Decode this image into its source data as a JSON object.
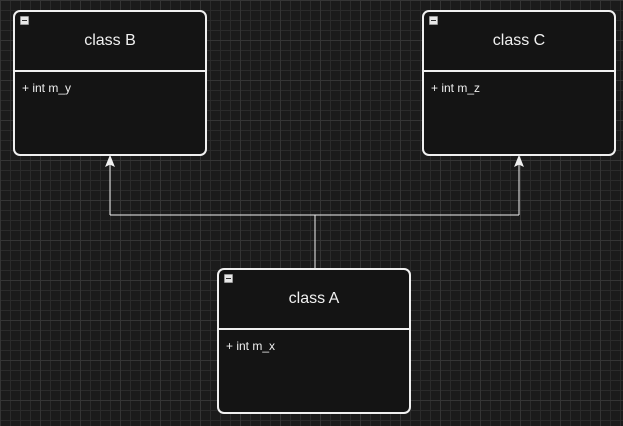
{
  "diagram": {
    "type": "uml-class-diagram",
    "classes": [
      {
        "id": "class-b",
        "name": "class B",
        "attributes": [
          "+ int m_y"
        ]
      },
      {
        "id": "class-c",
        "name": "class C",
        "attributes": [
          "+ int m_z"
        ]
      },
      {
        "id": "class-a",
        "name": "class A",
        "attributes": [
          "+ int m_x"
        ]
      }
    ],
    "relationships": [
      {
        "from": "class A",
        "to": "class B",
        "kind": "inheritance"
      },
      {
        "from": "class A",
        "to": "class C",
        "kind": "inheritance"
      }
    ]
  },
  "colors": {
    "background": "#1b1b1b",
    "grid": "#2b2b2b",
    "stroke": "#f0f0f0",
    "text": "#f0f0f0",
    "box_fill": "#141414"
  }
}
